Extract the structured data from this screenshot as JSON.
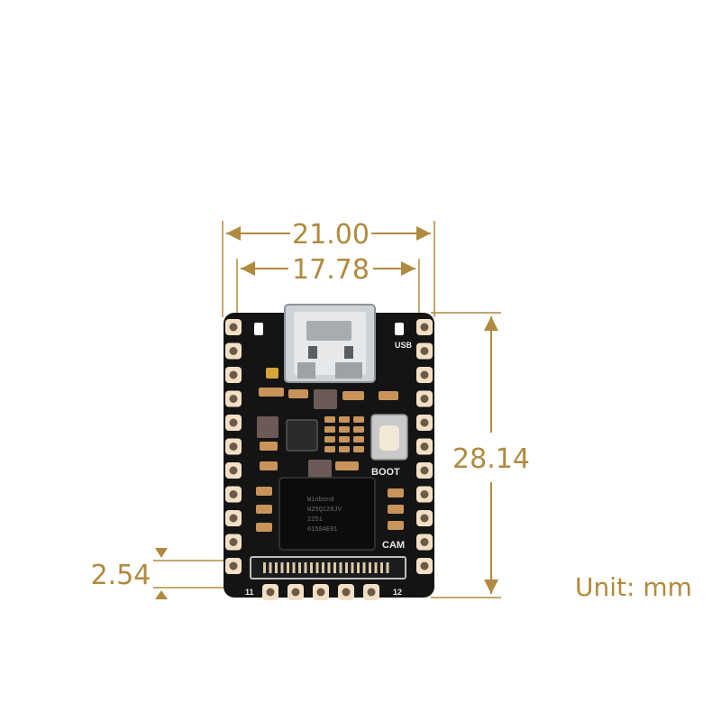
{
  "dimensions": {
    "overall_width": "21.00",
    "pin_span_width": "17.78",
    "height": "28.14",
    "pin_pitch": "2.54",
    "unit": "Unit: mm"
  },
  "board": {
    "boot_label": "BOOT",
    "cam_label": "CAM",
    "pin_left": "11",
    "pin_right": "12",
    "usb_label": "USB"
  },
  "chip": {
    "line1": "Winbond",
    "line2": "W25Q128JV",
    "line3": "2251",
    "line4": "6158AE01"
  },
  "colors": {
    "dimension": "#b08a3e",
    "board": "#141414",
    "pad": "#f3e0c4"
  }
}
